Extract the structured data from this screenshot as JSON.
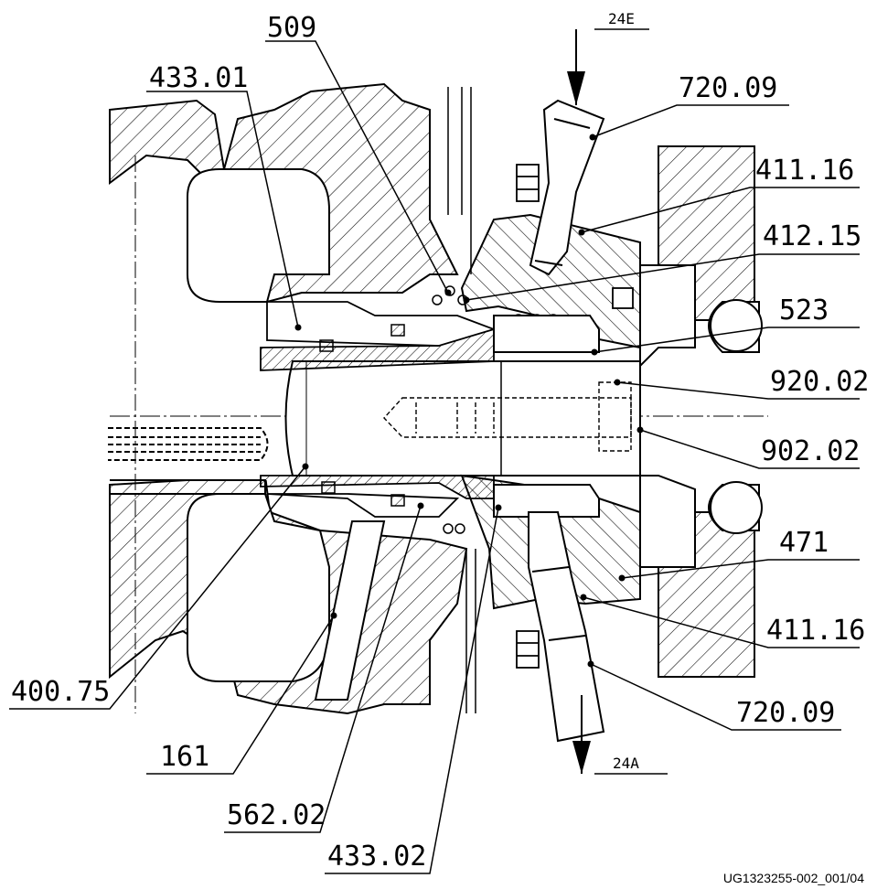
{
  "labels": {
    "p433_01": "433.01",
    "p509": "509",
    "p24E": "24E",
    "p720_09_top": "720.09",
    "p411_16_top": "411.16",
    "p412_15": "412.15",
    "p523": "523",
    "p920_02": "920.02",
    "p902_02": "902.02",
    "p471": "471",
    "p411_16_bot": "411.16",
    "p720_09_bot": "720.09",
    "p24A": "24A",
    "p400_75": "400.75",
    "p161": "161",
    "p562_02": "562.02",
    "p433_02": "433.02"
  },
  "document_id": "UG1323255-002_001/04"
}
